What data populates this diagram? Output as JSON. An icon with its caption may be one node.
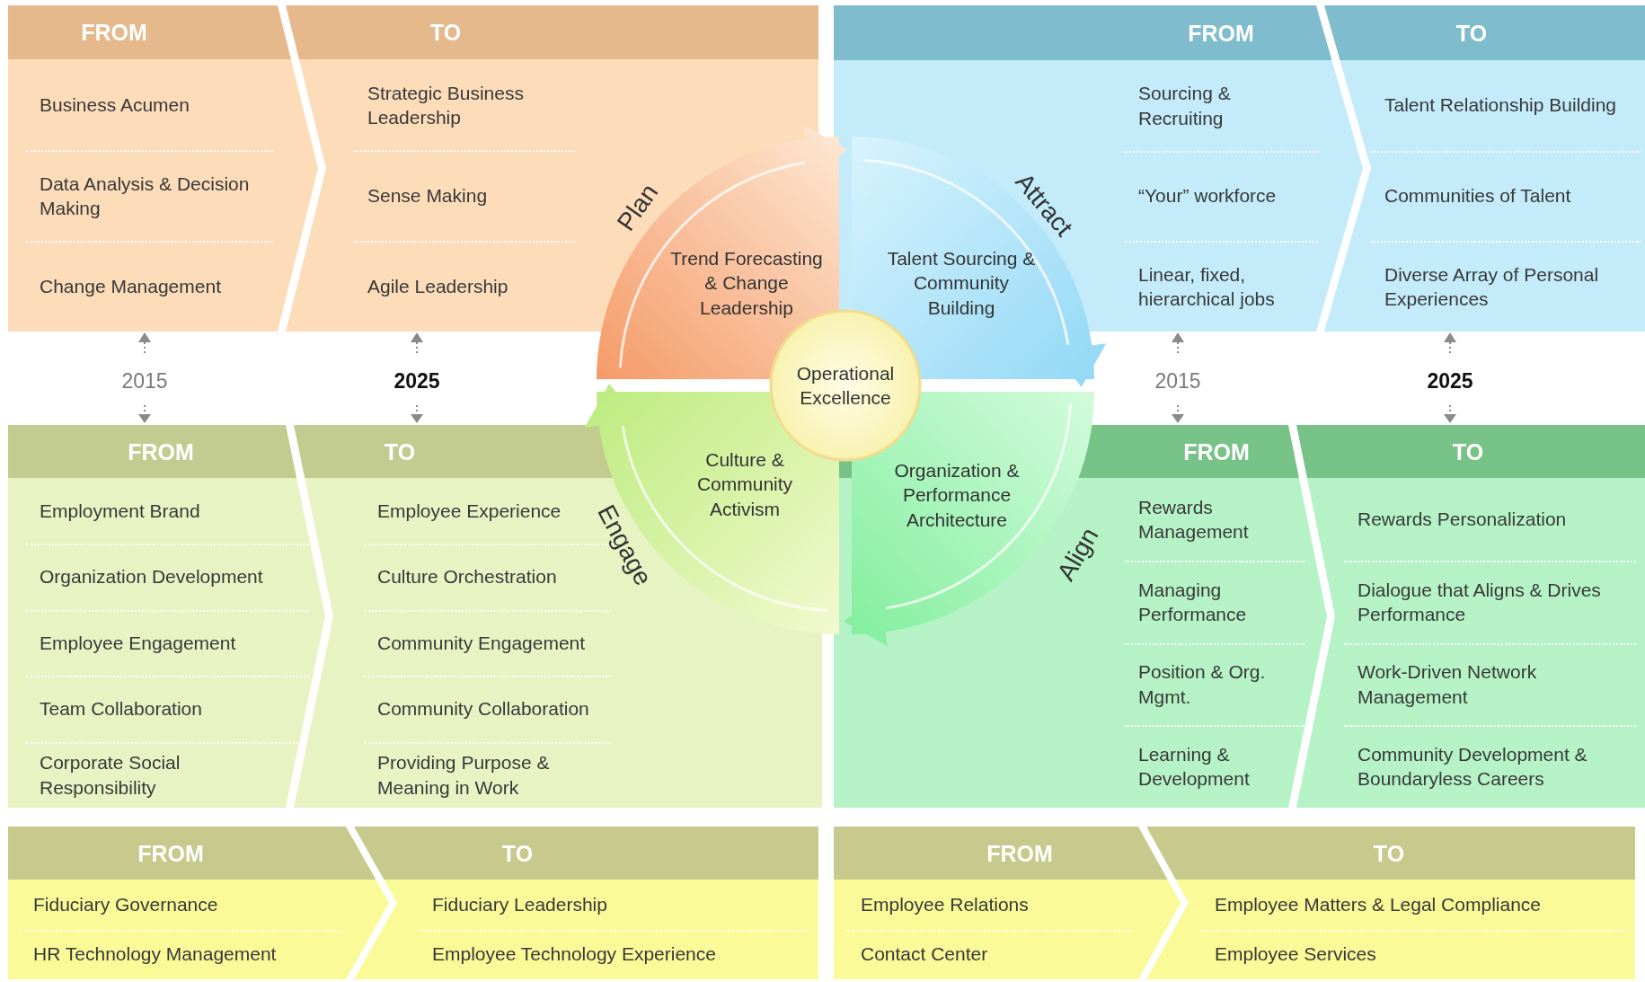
{
  "diagram": {
    "nodes": [
      {
        "text": [
          "FROM"
        ]
      },
      {
        "text": [
          "TO"
        ]
      },
      {
        "text": [
          "Business Acumen",
          "Data Analysis & Decision Making",
          "Change Management"
        ]
      },
      {
        "text": [
          "Strategic Business Leadership",
          "Sense Making",
          "Agile Leadership"
        ]
      },
      {
        "text": [
          "FROM"
        ]
      },
      {
        "text": [
          "TO"
        ]
      },
      {
        "text": [
          "Sourcing & Recruiting",
          "“Your” workforce",
          "Linear, fixed, hierarchical jobs"
        ]
      },
      {
        "text": [
          "Talent Relationship Building",
          "Communities of Talent",
          "Diverse Array of Personal Experiences"
        ]
      },
      {
        "text": [
          "Plan",
          "Trend Forecasting & Change Leadership"
        ]
      },
      {
        "text": [
          "Attract",
          "Talent Sourcing & Community Building"
        ]
      },
      {
        "text": [
          "Operational Excellence"
        ]
      },
      {
        "text": [
          "Engage",
          "Culture & Community Activism"
        ]
      },
      {
        "text": [
          "Align",
          "Organization & Performance Architecture"
        ]
      },
      {
        "text": [
          "FROM"
        ]
      },
      {
        "text": [
          "TO"
        ]
      },
      {
        "text": [
          "Employment Brand",
          "Organization Development",
          "Employee Engagement",
          "Team Collaboration",
          "Corporate Social Responsibility"
        ]
      },
      {
        "text": [
          "Employee Experience",
          "Culture Orchestration",
          "Community Engagement",
          "Community Collaboration",
          "Providing Purpose & Meaning in Work"
        ]
      },
      {
        "text": [
          "FROM"
        ]
      },
      {
        "text": [
          "TO"
        ]
      },
      {
        "text": [
          "Rewards Management",
          "Managing Performance",
          "Position & Org. Mgmt.",
          "Learning & Development"
        ]
      },
      {
        "text": [
          "Rewards Personalization",
          "Dialogue that Aligns & Drives Performance",
          "Work-Driven Network Management",
          "Community Development & Boundaryless Careers"
        ]
      },
      {
        "text": [
          "FROM"
        ]
      },
      {
        "text": [
          "TO"
        ]
      },
      {
        "text": [
          "Fiduciary Governance",
          "HR Technology Management"
        ]
      },
      {
        "text": [
          "Fiduciary Leadership",
          "Employee Technology Experience"
        ]
      },
      {
        "text": [
          "FROM"
        ]
      },
      {
        "text": [
          "TO"
        ]
      },
      {
        "text": [
          "Employee Relations",
          "Contact Center"
        ]
      },
      {
        "text": [
          "Employee Matters & Legal Compliance",
          "Employee Services"
        ]
      }
    ],
    "labels": [
      "2015",
      "2025",
      "2015",
      "2025"
    ]
  }
}
